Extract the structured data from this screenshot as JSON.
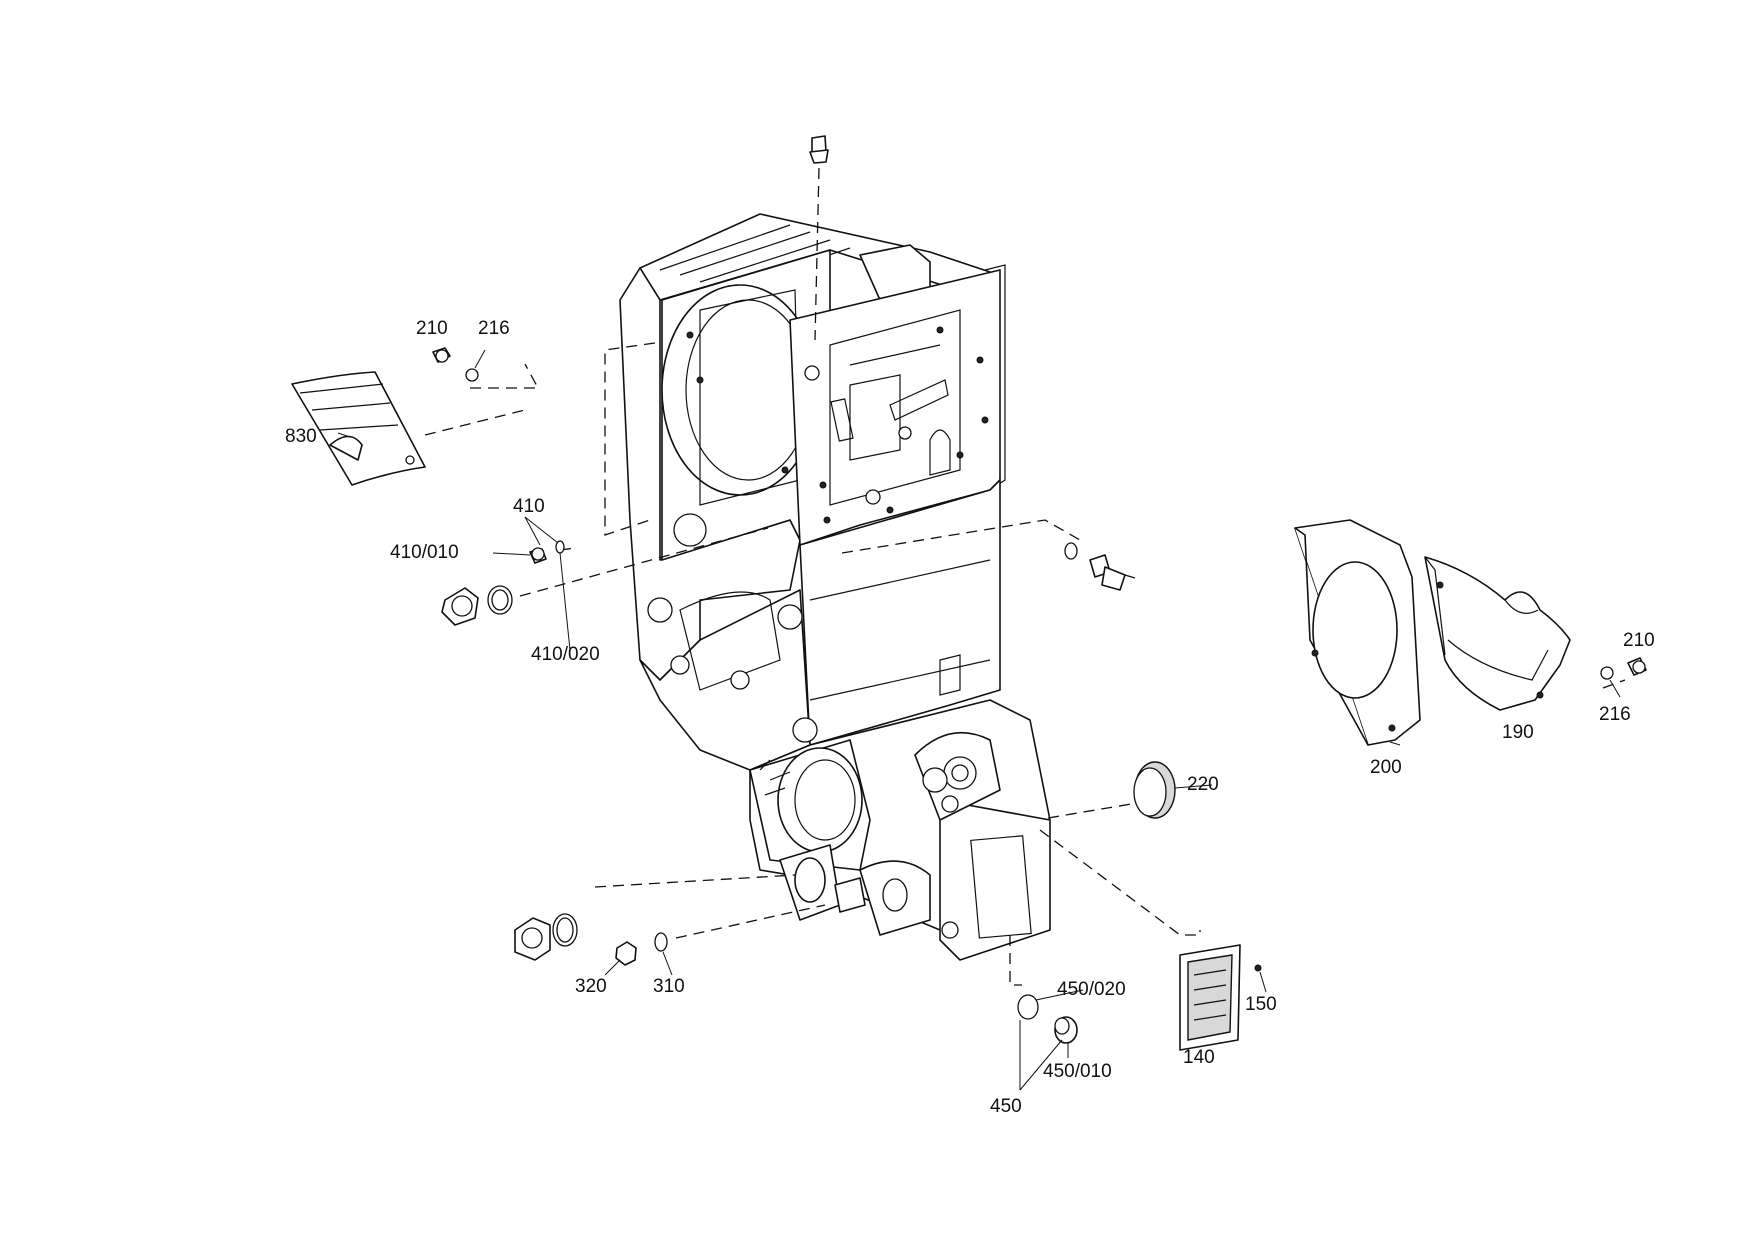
{
  "labels": {
    "l830": "830",
    "l210a": "210",
    "l216a": "216",
    "l410": "410",
    "l410_010": "410/010",
    "l410_020": "410/020",
    "l210b": "210",
    "l216b": "216",
    "l190": "190",
    "l200": "200",
    "l220": "220",
    "l320": "320",
    "l310": "310",
    "l450_020": "450/020",
    "l450_010": "450/010",
    "l450": "450",
    "l150": "150",
    "l140": "140"
  },
  "colors": {
    "line": "#111111",
    "background": "#ffffff"
  }
}
